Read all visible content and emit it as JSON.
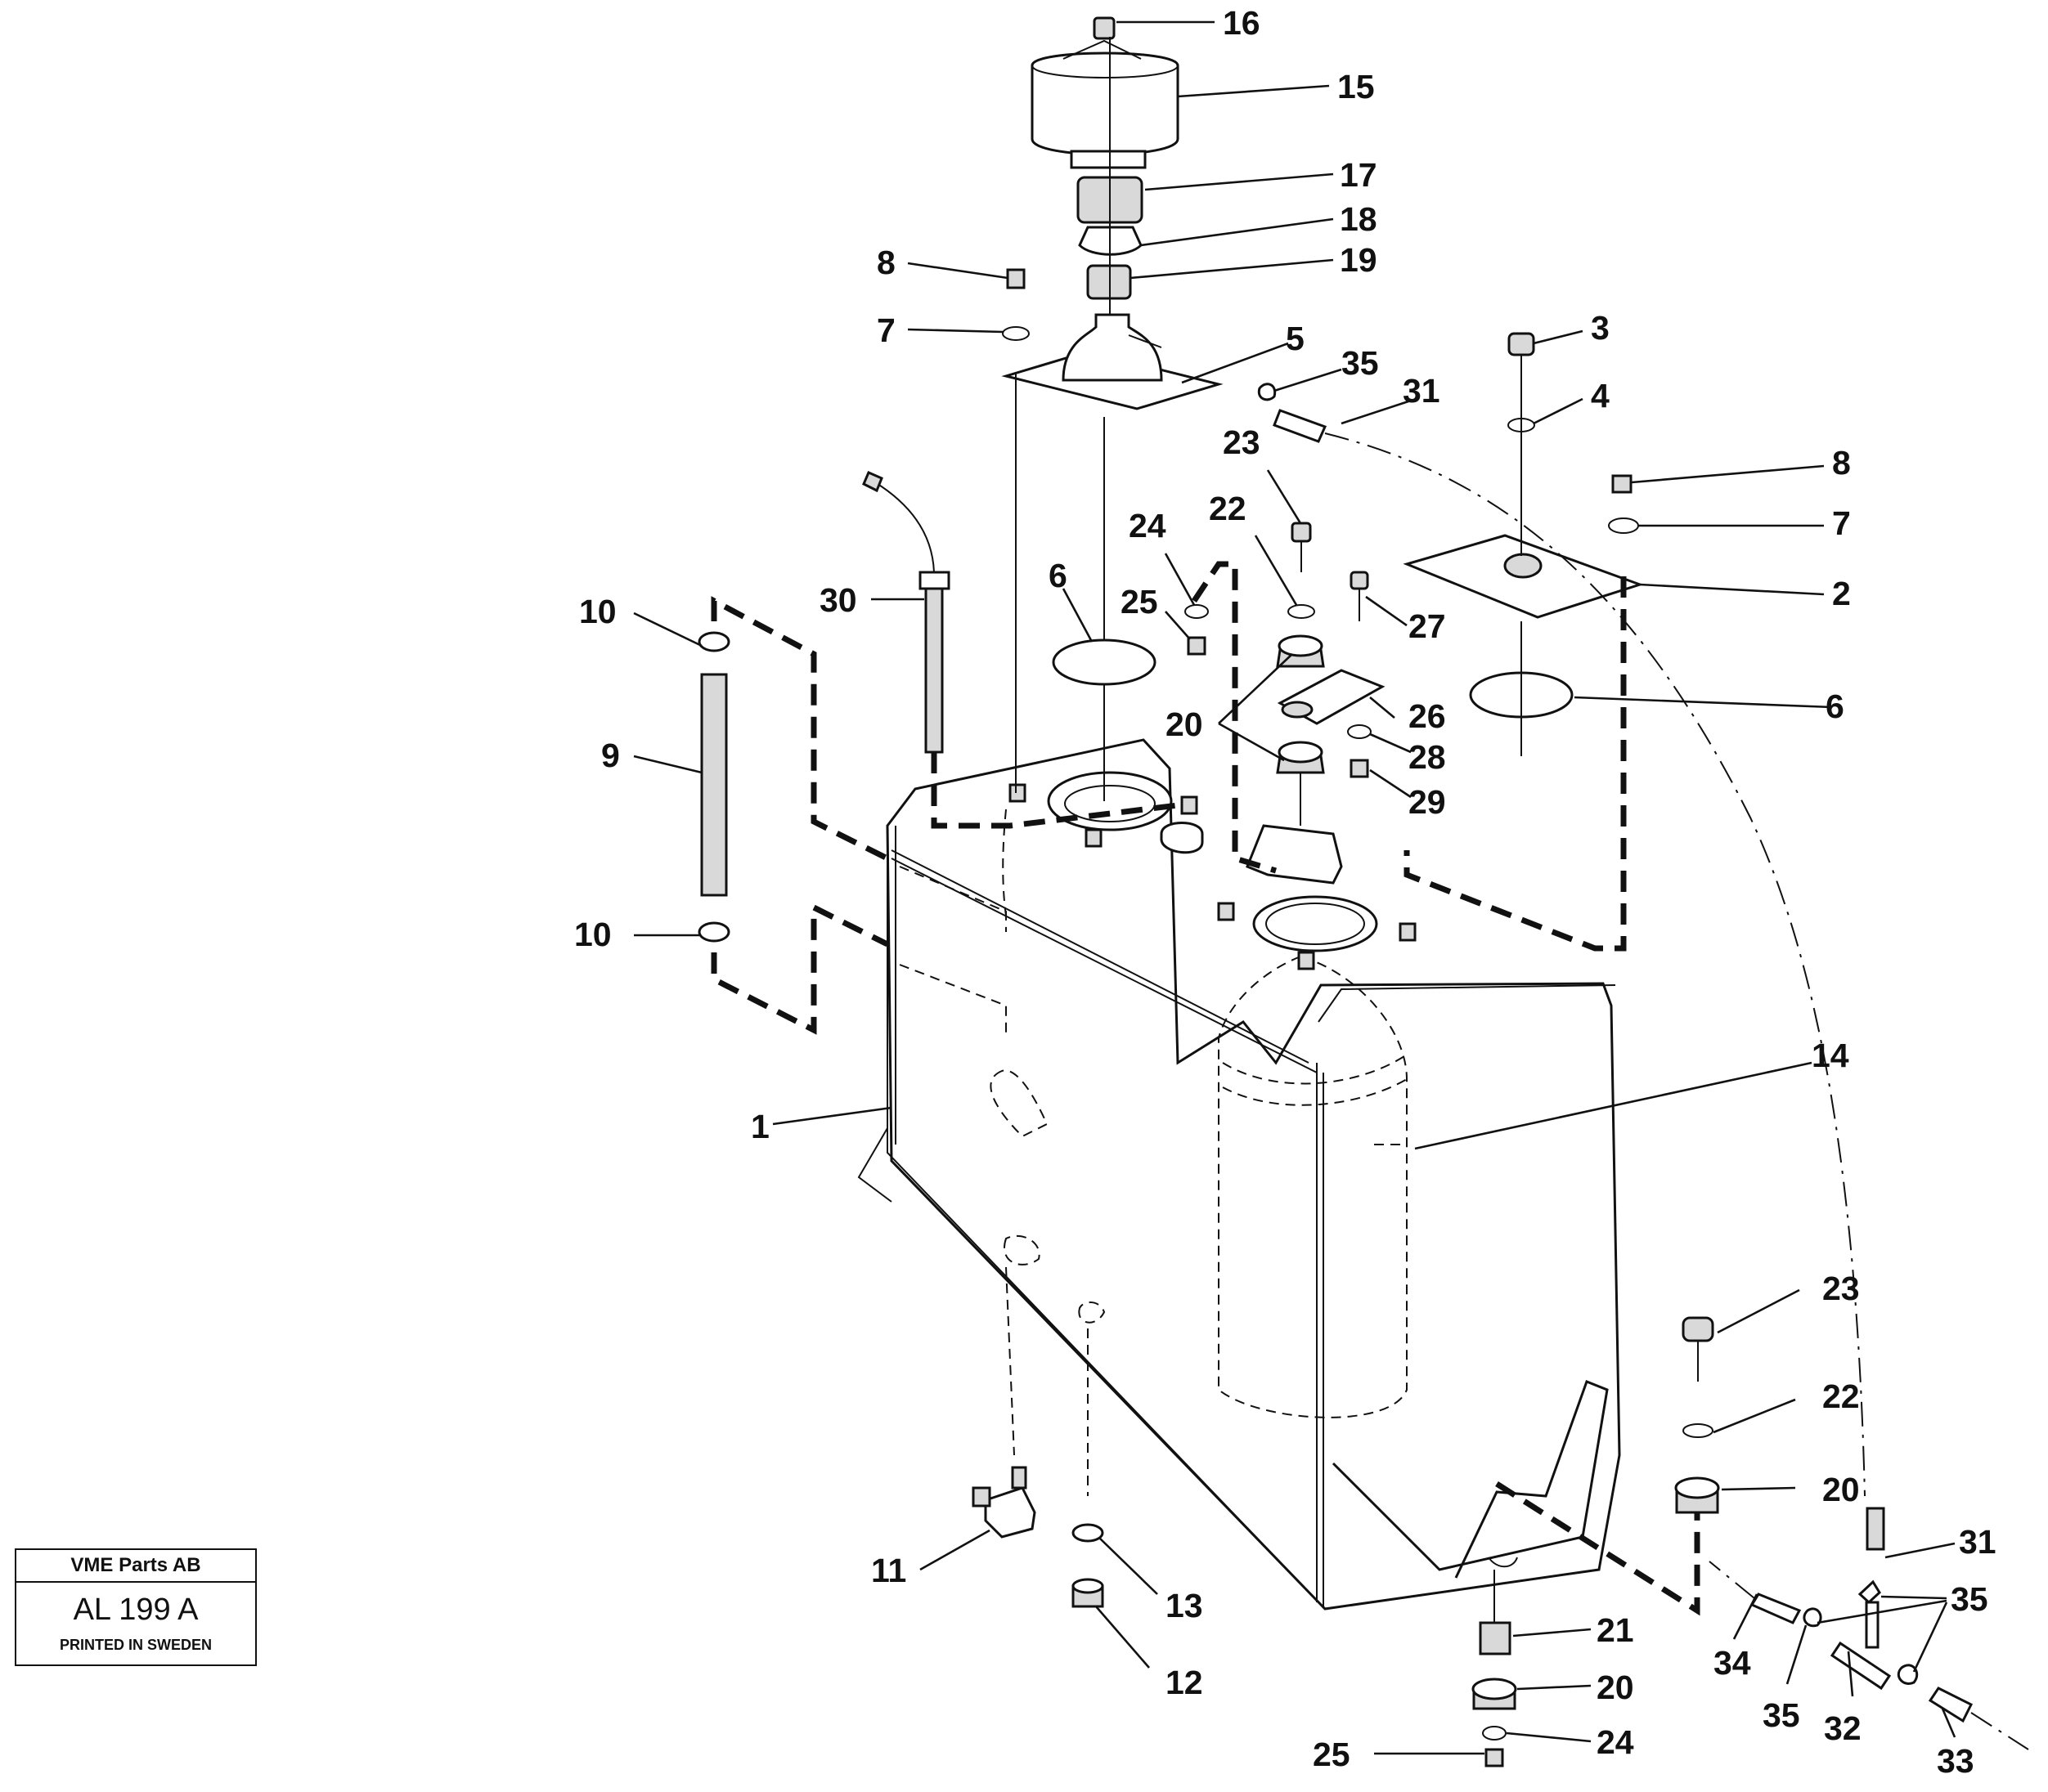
{
  "title_block": {
    "company": "VME Parts AB",
    "drawing_number": "AL 199 A",
    "printed_note": "PRINTED IN SWEDEN"
  },
  "callouts": [
    {
      "id": "c16",
      "text": "16"
    },
    {
      "id": "c15",
      "text": "15"
    },
    {
      "id": "c17",
      "text": "17"
    },
    {
      "id": "c18",
      "text": "18"
    },
    {
      "id": "c19",
      "text": "19"
    },
    {
      "id": "c8a",
      "text": "8"
    },
    {
      "id": "c7a",
      "text": "7"
    },
    {
      "id": "c5",
      "text": "5"
    },
    {
      "id": "c35a",
      "text": "35"
    },
    {
      "id": "c31a",
      "text": "31"
    },
    {
      "id": "c3",
      "text": "3"
    },
    {
      "id": "c4",
      "text": "4"
    },
    {
      "id": "c8b",
      "text": "8"
    },
    {
      "id": "c7b",
      "text": "7"
    },
    {
      "id": "c2",
      "text": "2"
    },
    {
      "id": "c23a",
      "text": "23"
    },
    {
      "id": "c22a",
      "text": "22"
    },
    {
      "id": "c24a",
      "text": "24"
    },
    {
      "id": "c25a",
      "text": "25"
    },
    {
      "id": "c6a",
      "text": "6"
    },
    {
      "id": "c30",
      "text": "30"
    },
    {
      "id": "c10a",
      "text": "10"
    },
    {
      "id": "c9",
      "text": "9"
    },
    {
      "id": "c10b",
      "text": "10"
    },
    {
      "id": "c27",
      "text": "27"
    },
    {
      "id": "c20a",
      "text": "20"
    },
    {
      "id": "c26",
      "text": "26"
    },
    {
      "id": "c28",
      "text": "28"
    },
    {
      "id": "c29",
      "text": "29"
    },
    {
      "id": "c6b",
      "text": "6"
    },
    {
      "id": "c14",
      "text": "14"
    },
    {
      "id": "c1",
      "text": "1"
    },
    {
      "id": "c23b",
      "text": "23"
    },
    {
      "id": "c22b",
      "text": "22"
    },
    {
      "id": "c20b",
      "text": "20"
    },
    {
      "id": "c31b",
      "text": "31"
    },
    {
      "id": "c35b",
      "text": "35"
    },
    {
      "id": "c11",
      "text": "11"
    },
    {
      "id": "c13",
      "text": "13"
    },
    {
      "id": "c12",
      "text": "12"
    },
    {
      "id": "c21",
      "text": "21"
    },
    {
      "id": "c20c",
      "text": "20"
    },
    {
      "id": "c24b",
      "text": "24"
    },
    {
      "id": "c25b",
      "text": "25"
    },
    {
      "id": "c34",
      "text": "34"
    },
    {
      "id": "c35c",
      "text": "35"
    },
    {
      "id": "c32",
      "text": "32"
    },
    {
      "id": "c33",
      "text": "33"
    }
  ]
}
